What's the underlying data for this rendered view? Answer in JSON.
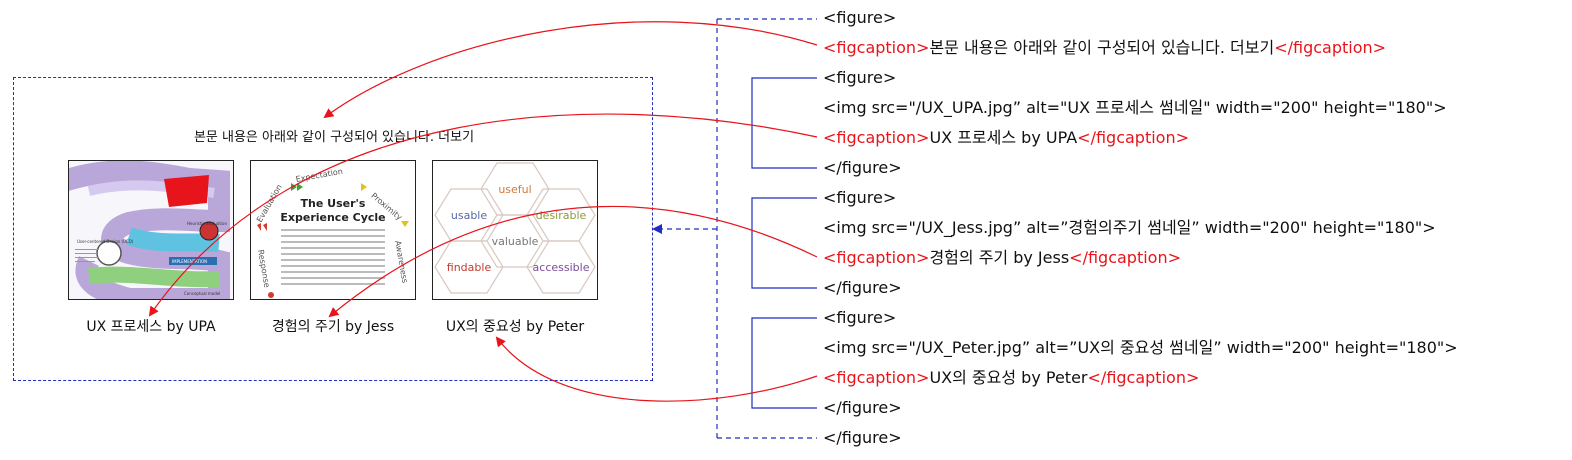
{
  "preview": {
    "caption": "본문 내용은 아래와 같이 구성되어 있습니다. 더보기",
    "thumbnails": [
      {
        "caption": "UX 프로세스 by UPA"
      },
      {
        "caption": "경험의 주기 by Jess",
        "title": "The User's Experience Cycle",
        "ring_labels": [
          "Expectation",
          "Proximity",
          "Awareness",
          "Response",
          "Evaluation"
        ]
      },
      {
        "caption": "UX의 중요성 by Peter",
        "hex_labels": [
          "useful",
          "usable",
          "desirable",
          "valuable",
          "findable",
          "accessible"
        ]
      }
    ],
    "upa_labels": [
      "Heuristic evaluation",
      "Conceptual model",
      "User-centered Design (UCD)",
      "IMPLEMENTATION"
    ]
  },
  "code": {
    "outer_open": "<figure>",
    "caption_open": "<figcaption>",
    "caption_close": "</figcaption>",
    "outer_caption_text": "본문 내용은 아래와 같이 구성되어 있습니다. 더보기",
    "items": [
      {
        "open": "<figure>",
        "img": "<img src=\"/UX_UPA.jpg” alt=\"UX 프로세스 썸네일\" width=\"200\" height=\"180\">",
        "caption_text": "UX 프로세스 by UPA",
        "close": "</figure>"
      },
      {
        "open": "<figure>",
        "img": "<img src=\"/UX_Jess.jpg” alt=”경험의주기 썸네일” width=\"200\" height=\"180\">",
        "caption_text": "경험의 주기 by Jess",
        "close": "</figure>"
      },
      {
        "open": "<figure>",
        "img": "<img src=\"/UX_Peter.jpg” alt=”UX의 중요성 썸네일” width=\"200\" height=\"180\">",
        "caption_text": "UX의 중요성 by Peter",
        "close": "</figure>"
      }
    ],
    "outer_close": "</figure>"
  },
  "colors": {
    "arrow": "#e8141b",
    "bracket": "#1f2fbf",
    "tag": "#e8141b"
  }
}
